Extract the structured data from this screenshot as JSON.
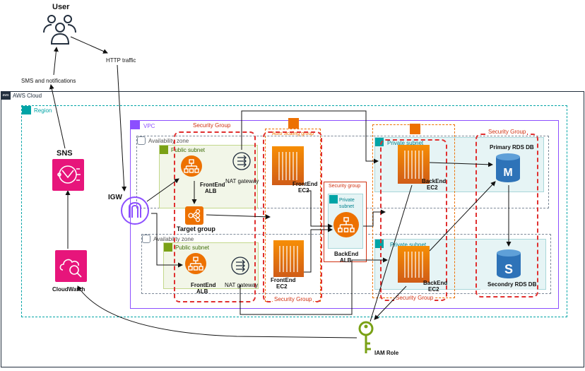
{
  "user": {
    "label": "User"
  },
  "flows": {
    "sms": "SMS and notifications",
    "http": "HTTP traffic"
  },
  "cloud": {
    "label": "AWS Cloud",
    "region": "Region",
    "vpc": "VPC"
  },
  "zones": {
    "az1": "Availability zone",
    "az2": "Availability zone"
  },
  "subnets": {
    "public1": "Public subnet",
    "public2": "Public subnet",
    "private_top": "Private subnet",
    "private_mid": "Private subnet",
    "private_bottom": "Private subnet"
  },
  "security": {
    "sg1": "Security Group",
    "sg_front_ec2": "Security Group",
    "sg_mid": "Security group",
    "sg_back": "Security Group",
    "sg_db": "Security Group"
  },
  "asg": {
    "label": "Auto Scaling group"
  },
  "services": {
    "sns": "SNS",
    "cloudwatch": "CloudWatch",
    "igw": "IGW",
    "frontend_alb_top_1": "FrontEnd",
    "frontend_alb_top_2": "ALB",
    "nat_top": "NAT gateway",
    "frontend_ec2_top_1": "FrontEnd",
    "frontend_ec2_top_2": "EC2",
    "target_group": "Target group",
    "frontend_alb_bot_1": "FrontEnd",
    "frontend_alb_bot_2": "ALB",
    "nat_bot": "NAT gateway",
    "frontend_ec2_bot_1": "FrontEnd",
    "frontend_ec2_bot_2": "EC2",
    "backend_alb_1": "BackEnd",
    "backend_alb_2": "ALB",
    "backend_ec2_top_1": "BackEnd",
    "backend_ec2_top_2": "EC2",
    "backend_ec2_bot_1": "BackEnd",
    "backend_ec2_bot_2": "EC2",
    "primary_db": "Primary RDS DB",
    "secondary_db": "Secondry RDS DB",
    "iam": "IAM Role",
    "aws_badge": "aws"
  },
  "colors": {
    "pink": "#e7157b",
    "orange": "#ed7100",
    "purple": "#8c4fff",
    "teal": "#00a4a6",
    "green": "#7aa116",
    "red": "#d13212",
    "db_blue": "#2e73b8",
    "iam_green": "#7aa116"
  }
}
